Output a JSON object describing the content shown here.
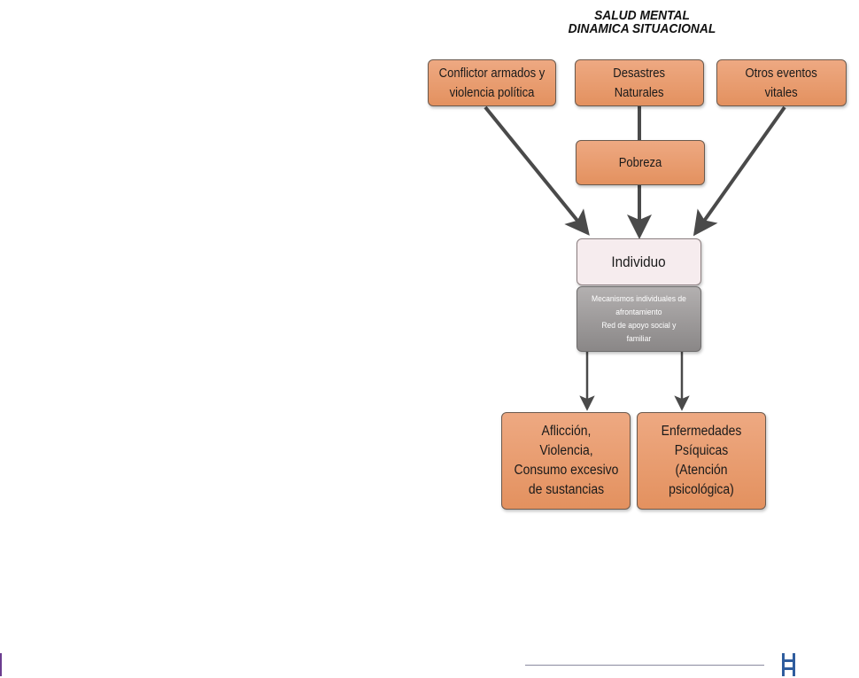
{
  "title": {
    "line1": "SALUD MENTAL",
    "line2": "DINAMICA SITUACIONAL"
  },
  "nodes": {
    "conflictos": "Conflictor armados y\nviolencia política",
    "desastres": "Desastres\nNaturales",
    "otros": "Otros eventos\nvitales",
    "pobreza": "Pobreza",
    "individuo": "Individuo",
    "mecanismos": "Mecanismos individuales de\nafrontamiento\nRed de apoyo social y\nfamiliar",
    "afliccion": "Aflicción,\nViolencia,\nConsumo excesivo\nde sustancias",
    "enfermedades": "Enfermedades\nPsíquicas\n(Atención psicológica)"
  },
  "colors": {
    "orange": "#e89a6a",
    "individuo": "#f6ecee",
    "mecanismos": "#9d9a9a",
    "arrow": "#4a4a4a",
    "footer_accent": "#2f5d9e"
  }
}
